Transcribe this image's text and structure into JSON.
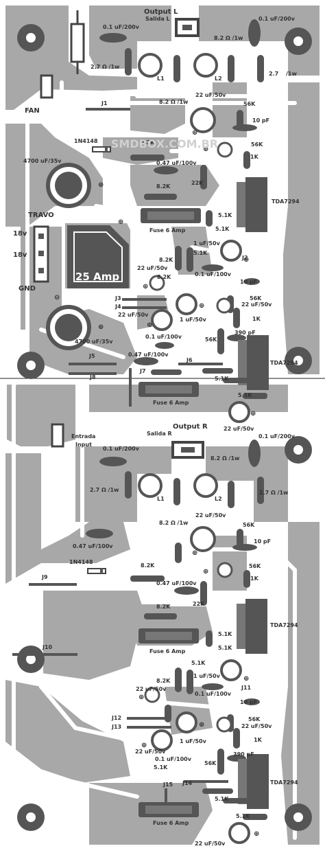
{
  "colors": {
    "substrate": "#ffffff",
    "copper": "#a8a8a8",
    "component": "#555555",
    "text": "#333333",
    "divider": "#222222"
  },
  "watermark": "SMDBOX.COM.BR",
  "top": {
    "title": "Output L",
    "salida": "Salida L",
    "fan": "FAN",
    "travo": "TRAVO",
    "v18_a": "18v",
    "v18_b": "18v",
    "gnd": "GND",
    "amp": "25 Amp",
    "minus": "⊖",
    "plus": "⊕",
    "c_4700_a": "4700 uF/35v",
    "c_4700_b": "4700 uF/35v",
    "c_01_200_a": "0.1 uF/200v",
    "c_01_200_b": "0.1 uF/200v",
    "r_82_a": "8.2 Ω /1w",
    "r_82_b": "8.2 Ω /1w",
    "r_27_a": "2.7 Ω /1w",
    "r_27_b": "2.7",
    "r_27_b2": "/1w",
    "l1": "L1",
    "l2": "L2",
    "j1": "J1",
    "j2": "J2",
    "j3": "J3",
    "j4": "J4",
    "j5": "J5",
    "j6": "J6",
    "j7": "J7",
    "j8": "J8",
    "d1": "1N4148",
    "c_22_50_a": "22 uF/50v",
    "c_22_50_b": "22 uF/50v",
    "c_22_50_c": "22 uF/50v",
    "c_22_50_d": "22 uF/50v",
    "c_047_a": "0.47 uF/100v",
    "c_047_b": "0.47 uF/100v",
    "c_01_100": "0.1 uF/100v",
    "c_01_100_b": "0.1 uF/100v",
    "c_1_50_a": "1 uF/50v",
    "c_1_50_b": "1 uF/50v",
    "c_10pf_a": "10 pF",
    "c_10pf_b": "10 pF",
    "c_390pf": "390 pF",
    "r_56k_a": "56K",
    "r_56k_b": "56K",
    "r_56k_c": "56K",
    "r_56k_d": "56K",
    "r_22k": "22K",
    "r_1k_a": "1K",
    "r_1k_b": "1K",
    "r_82k_a": "8.2K",
    "r_82k_b": "8.2K",
    "r_82k_c": "8.2K",
    "r_82k_d": "8.2K",
    "r_51k_a": "5.1K",
    "r_51k_b": "5.1K",
    "r_51k_c": "5.1K",
    "r_51k_d": "5.1K",
    "r_51k_e": "5.1K",
    "fuse_a": "Fuse 6 Amp",
    "fuse_b": "Fuse 6 Amp",
    "ic_a": "TDA7294",
    "ic_b": "TDA7294"
  },
  "bottom": {
    "title": "Output R",
    "salida": "Salida R",
    "entrada": "Entrada",
    "input": "Input",
    "c_01_200_a": "0.1 uF/200v",
    "c_01_200_b": "0.1 uF/200v",
    "r_82_a": "8.2 Ω /1w",
    "r_82_b": "8.2 Ω /1w",
    "r_27_a": "2.7 Ω /1w",
    "r_27_b": "2.7 Ω /1w",
    "l1": "L1",
    "l2": "L2",
    "c_047_a": "0.47 uF/100v",
    "c_047_b": "0.47 uF/100v",
    "c_22_50_a": "22 uF/50v",
    "c_22_50_b": "22 uF/50v",
    "c_22_50_c": "22 uF/50v",
    "c_22_50_d": "22 uF/50v",
    "c_1_50_a": "1 uF/50v",
    "c_1_50_b": "1 uF/50v",
    "c_01_100_a": "0.1 uF/100v",
    "c_01_100_b": "0.1 uF/100v",
    "c_10pf_a": "10 pF",
    "c_10pf_b": "10 pF",
    "c_390pf": "390 pF",
    "d1": "1N4148",
    "j9": "J9",
    "j10": "J10",
    "j11": "J11",
    "j12": "J12",
    "j13": "J13",
    "j14": "J14",
    "j15": "J15",
    "r_56k_a": "56K",
    "r_56k_b": "56K",
    "r_56k_c": "56K",
    "r_56k_d": "56K",
    "r_22k": "22K",
    "r_1k_a": "1K",
    "r_1k_b": "1K",
    "r_82k_a": "8.2K",
    "r_82k_b": "8.2K",
    "r_82k_c": "8.2K",
    "r_51k_a": "5.1K",
    "r_51k_b": "5.1K",
    "r_51k_c": "5.1K",
    "r_51k_d": "5.1K",
    "fuse_a": "Fuse 6 Amp",
    "fuse_b": "Fuse 6 Amp",
    "ic_a": "TDA7294",
    "ic_b": "TDA7294"
  }
}
